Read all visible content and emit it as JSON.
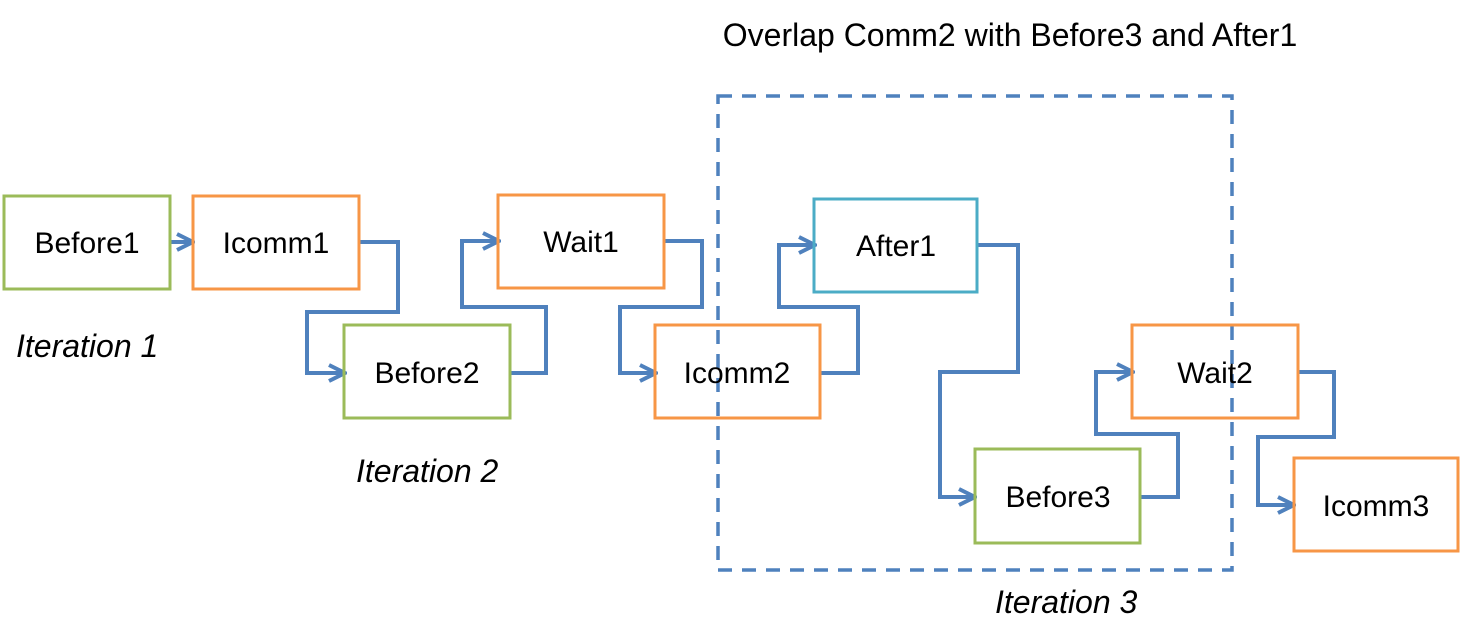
{
  "title": "Overlap Comm2 with Before3 and After1",
  "colors": {
    "green": "#9bbb59",
    "orange": "#f79646",
    "teal": "#4bacc6",
    "blue": "#4f81bd"
  },
  "nodes": [
    {
      "id": "before1",
      "label": "Before1",
      "color": "green"
    },
    {
      "id": "icomm1",
      "label": "Icomm1",
      "color": "orange"
    },
    {
      "id": "before2",
      "label": "Before2",
      "color": "green"
    },
    {
      "id": "wait1",
      "label": "Wait1",
      "color": "orange"
    },
    {
      "id": "icomm2",
      "label": "Icomm2",
      "color": "orange"
    },
    {
      "id": "after1",
      "label": "After1",
      "color": "teal"
    },
    {
      "id": "before3",
      "label": "Before3",
      "color": "green"
    },
    {
      "id": "wait2",
      "label": "Wait2",
      "color": "orange"
    },
    {
      "id": "icomm3",
      "label": "Icomm3",
      "color": "orange"
    }
  ],
  "iterations": [
    {
      "id": "iteration-1",
      "label": "Iteration 1"
    },
    {
      "id": "iteration-2",
      "label": "Iteration 2"
    },
    {
      "id": "iteration-3",
      "label": "Iteration 3"
    }
  ],
  "edges": [
    {
      "from": "before1",
      "to": "icomm1"
    },
    {
      "from": "icomm1",
      "to": "before2"
    },
    {
      "from": "before2",
      "to": "wait1"
    },
    {
      "from": "wait1",
      "to": "icomm2"
    },
    {
      "from": "icomm2",
      "to": "after1"
    },
    {
      "from": "after1",
      "to": "before3"
    },
    {
      "from": "before3",
      "to": "wait2"
    },
    {
      "from": "wait2",
      "to": "icomm3"
    }
  ]
}
